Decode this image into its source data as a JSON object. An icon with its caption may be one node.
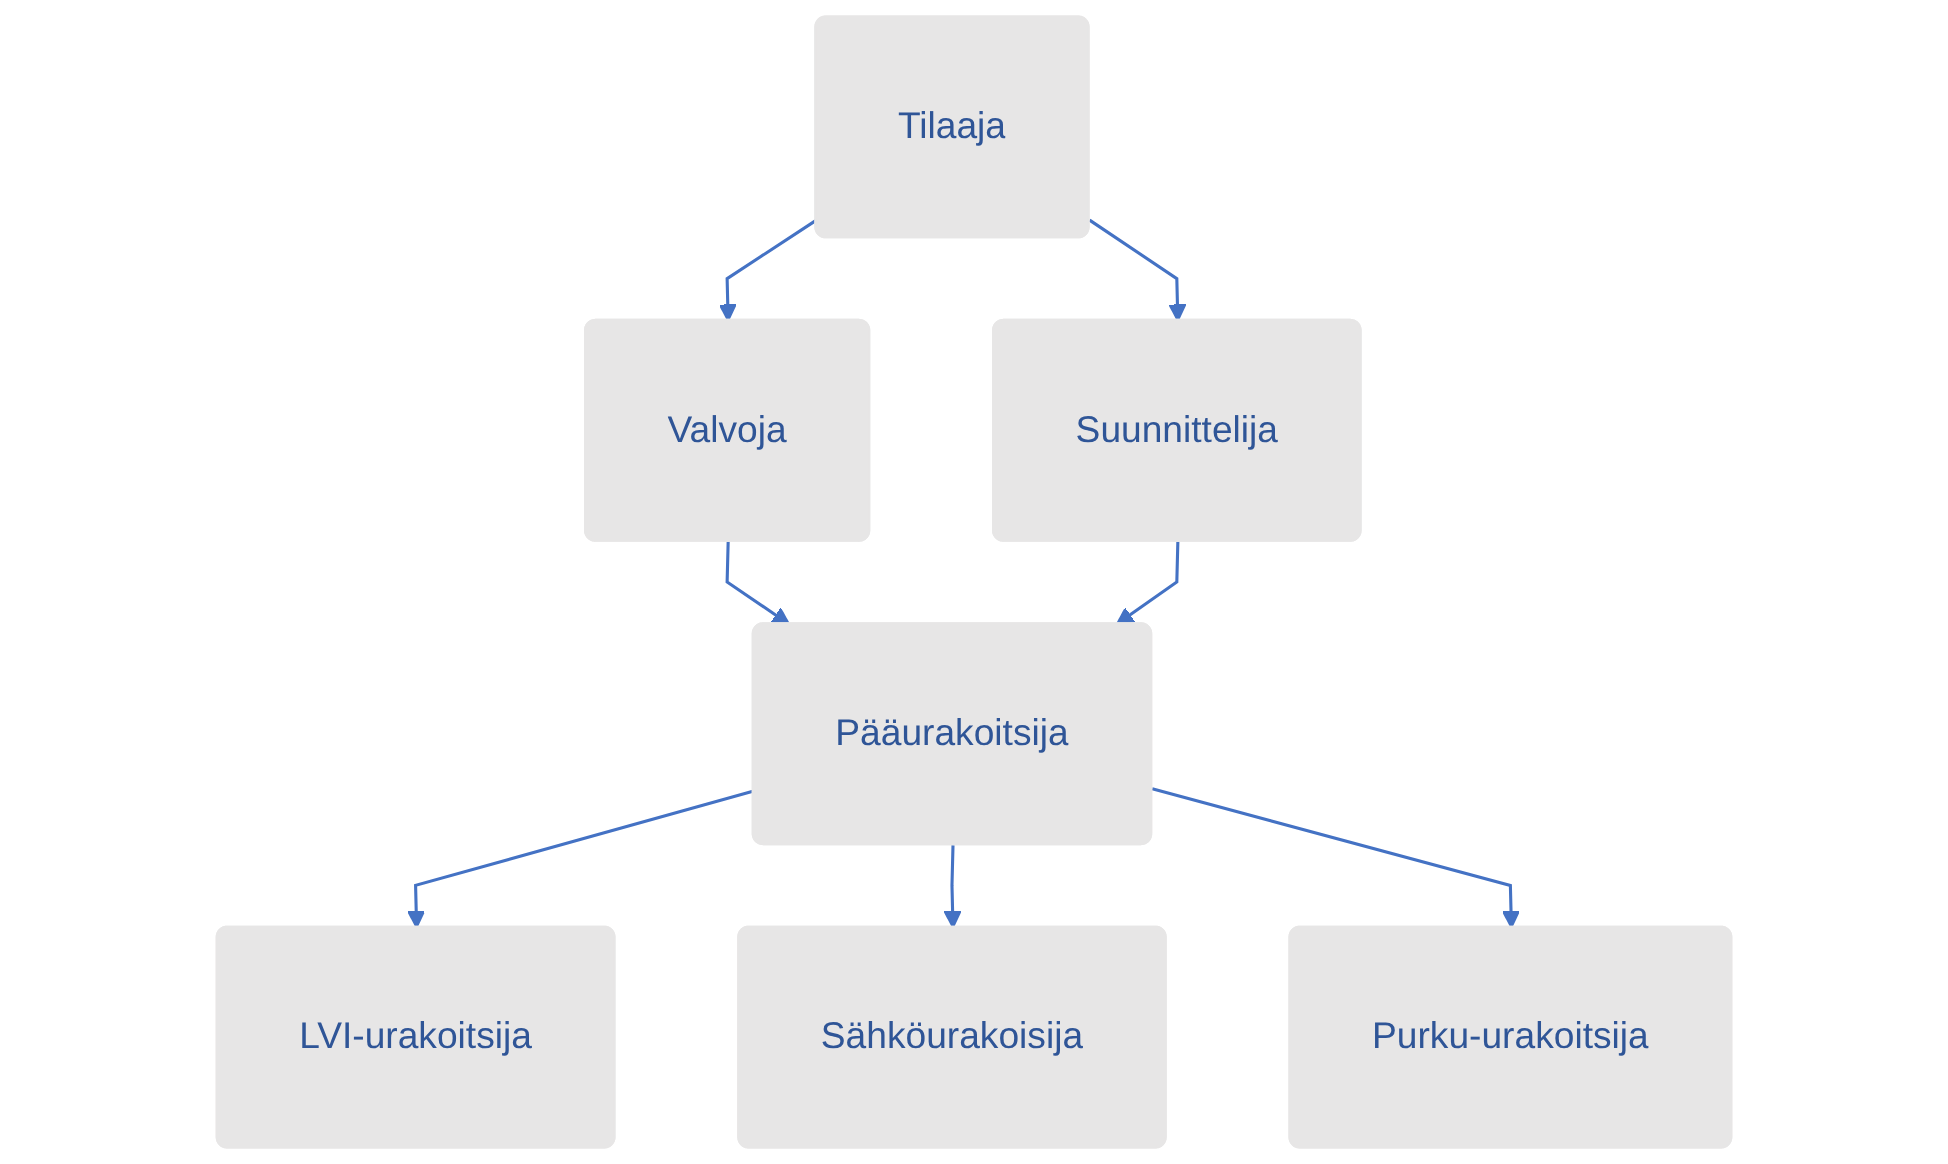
{
  "diagram": {
    "nodes": [
      {
        "text": [
          "Tilaaja"
        ]
      },
      {
        "text": [
          "Valvoja"
        ]
      },
      {
        "text": [
          "Suunnittelija"
        ]
      },
      {
        "text": [
          "Pääurakoitsija"
        ]
      },
      {
        "text": [
          "LVI-urakoitsija"
        ]
      },
      {
        "text": [
          "Sähköurakoisija"
        ]
      },
      {
        "text": [
          "Purku-urakoitsija"
        ]
      }
    ],
    "edges": [
      {
        "from": 0,
        "to": 1,
        "arrow": "to"
      },
      {
        "from": 0,
        "to": 2,
        "arrow": "to"
      },
      {
        "from": 1,
        "to": 3,
        "arrow": "to"
      },
      {
        "from": 2,
        "to": 3,
        "arrow": "to"
      },
      {
        "from": 3,
        "to": 4,
        "arrow": "to"
      },
      {
        "from": 3,
        "to": 5,
        "arrow": "to"
      },
      {
        "from": 3,
        "to": 6,
        "arrow": "to"
      }
    ]
  }
}
